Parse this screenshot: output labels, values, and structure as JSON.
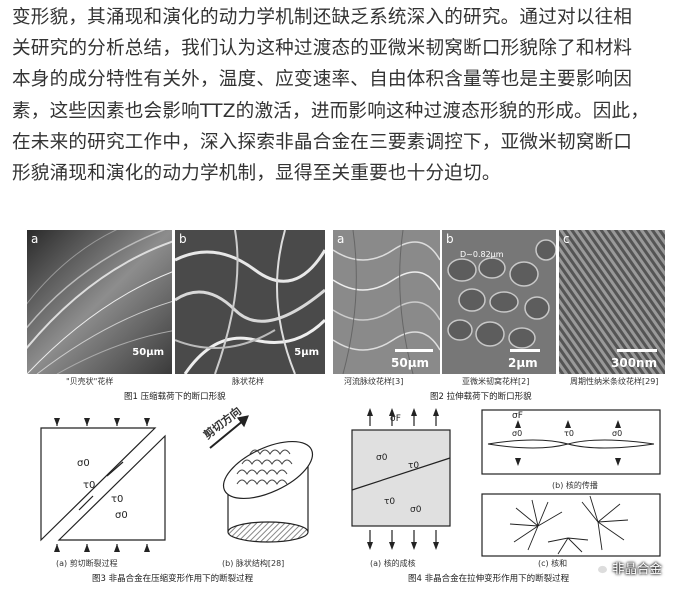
{
  "paragraph": [
    "变形貌，其涌现和演化的动力学机制还缺乏系统深入的研究。通过对以往相",
    "关研究的分析总结，我们认为这种过渡态的亚微米韧窝断口形貌除了和材料",
    "本身的成分特性有关外，温度、应变速率、自由体积含量等也是主要影响因",
    "素，这些因素也会影响TTZ的激活，进而影响这种过渡态形貌的形成。因此，",
    "在未来的研究工作中，深入探索非晶合金在三要素调控下，亚微米韧窝断口",
    "形貌涌现和演化的动力学机制，显得至关重要也十分迫切。"
  ],
  "figure": {
    "fig1": {
      "panels": [
        {
          "letter": "a",
          "caption": "\"贝壳状\"花样",
          "scale": "50μm"
        },
        {
          "letter": "b",
          "caption": "脉状花样",
          "scale": "5μm"
        }
      ],
      "caption": "图1 压缩载荷下的断口形貌"
    },
    "fig2": {
      "panels": [
        {
          "letter": "a",
          "caption": "河流脉纹花样[3]",
          "scale": "50μm"
        },
        {
          "letter": "b",
          "caption": "亚微米韧窝花样[2]",
          "scale": "2μm",
          "annotation": "D~0.82μm"
        },
        {
          "letter": "c",
          "caption": "周期性纳米条纹花样[29]",
          "scale": "300nm"
        }
      ],
      "caption": "图2 拉伸载荷下的断口形貌"
    },
    "fig3": {
      "panels": [
        {
          "caption": "(a) 剪切断裂过程",
          "labels": [
            "σ0",
            "τ0",
            "σ0",
            "τ0"
          ]
        },
        {
          "caption": "(b) 脉状结构[28]",
          "label": "剪切方向"
        }
      ],
      "caption": "图3 非晶合金在压缩变形作用下的断裂过程"
    },
    "fig4": {
      "panels": [
        {
          "caption": "(a) 核的成核",
          "labels": [
            "σF",
            "σ0",
            "τ0",
            "σ0",
            "τ0"
          ]
        },
        {
          "caption": "(b) 核的传播",
          "labels": [
            "σF",
            "σ0",
            "τ0",
            "σ0"
          ]
        },
        {
          "caption": "(c) 核和"
        }
      ],
      "caption": "图4 非晶合金在拉伸变形作用下的断裂过程"
    },
    "watermark": "非晶合金"
  }
}
